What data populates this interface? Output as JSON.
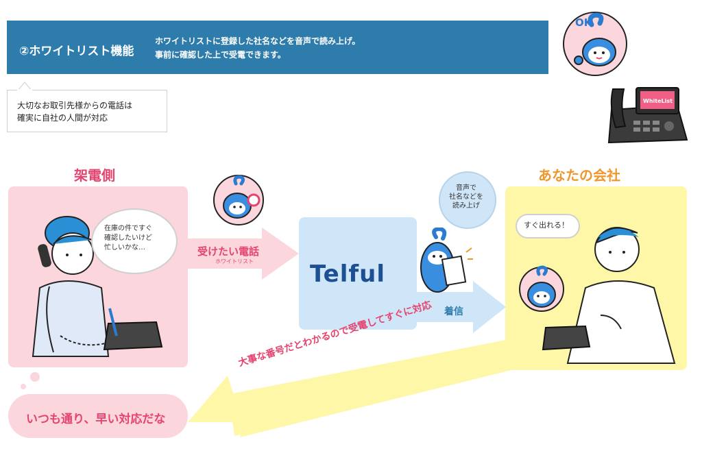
{
  "header": {
    "title": "②ホワイトリスト機能",
    "description_line1": "ホワイトリストに登録した社名などを音声で読み上げ。",
    "description_line2": "事前に確認した上で受電できます。"
  },
  "note": {
    "line1": "大切なお取引先様からの電話は",
    "line2": "確実に自社の人間が対応"
  },
  "caller": {
    "heading": "架電側",
    "speech_line1": "在庫の件ですぐ",
    "speech_line2": "確認したいけど",
    "speech_line3": "忙しいかな…",
    "reply": "いつも通り、早い対応だな"
  },
  "telful": {
    "logo": "Telful",
    "speech_line1": "音声で",
    "speech_line2": "社名などを",
    "speech_line3": "読み上げ",
    "phone_screen_label": "WhiteList",
    "ok_badge": "OK"
  },
  "company": {
    "heading": "あなたの会社",
    "speech": "すぐ出れる！"
  },
  "arrows": {
    "to_telful_label": "受けたい電話",
    "to_telful_sub": "ホワイトリスト",
    "to_company_label": "着信",
    "back_label": "大事な番号だとわかるので受電してすぐに対応"
  },
  "colors": {
    "banner": "#2e7cab",
    "caller_panel": "#fbd6dc",
    "telful_panel": "#cfe6f8",
    "company_panel": "#fff7a8",
    "accent_pink": "#e5446f",
    "accent_orange": "#f0962b"
  }
}
